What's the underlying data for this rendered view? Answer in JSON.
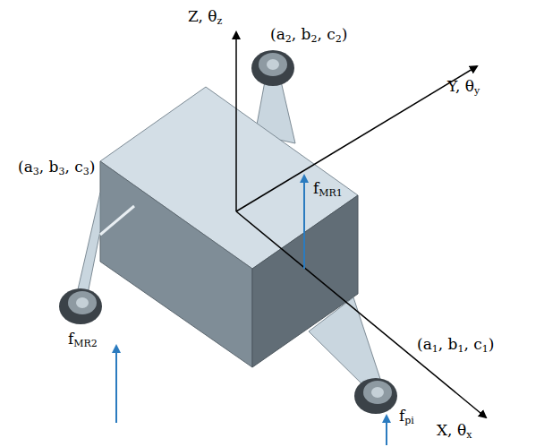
{
  "diagram": {
    "labels": [
      "Z, θz",
      "Y, θy",
      "X, θx",
      "(a2, b2, c2)",
      "fMR1",
      "(a3, b3, c3)",
      "fMR2",
      "(a1, b1, c1)",
      "fpi"
    ]
  }
}
